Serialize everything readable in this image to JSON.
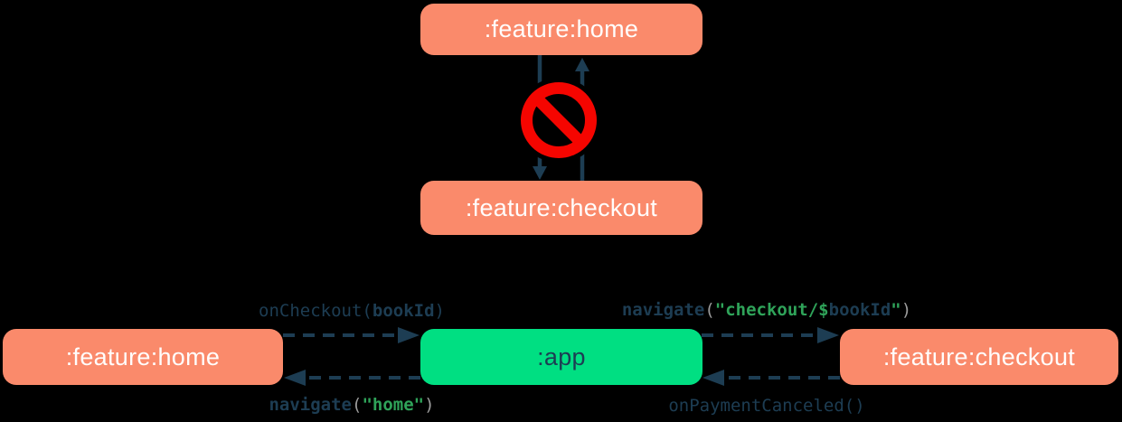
{
  "colors": {
    "background": "#000000",
    "module_box": "#fa8a6b",
    "app_box": "#00df82",
    "navy": "#1d3d53",
    "code_navy": "#1d3d53",
    "code_green": "#2fa359",
    "code_grey": "#9b9b9b",
    "no_entry_red": "#f50500",
    "box_text": "#fffdfc"
  },
  "icons": {
    "no_entry": {
      "name": "no-entry-icon",
      "glyph": "🚫"
    }
  },
  "top_diagram": {
    "home_label": ":feature:home",
    "checkout_label": ":feature:checkout"
  },
  "bottom_diagram": {
    "home_label": ":feature:home",
    "app_label": ":app",
    "checkout_label": ":feature:checkout",
    "calls": {
      "on_checkout": [
        {
          "t": "onCheckout(",
          "c": "navy"
        },
        {
          "t": "bookId",
          "c": "navy",
          "b": true
        },
        {
          "t": ")",
          "c": "navy"
        }
      ],
      "navigate_home": [
        {
          "t": "navigate",
          "c": "navy",
          "b": true
        },
        {
          "t": "(",
          "c": "grey"
        },
        {
          "t": "\"home\"",
          "c": "green",
          "b": true
        },
        {
          "t": ")",
          "c": "grey"
        }
      ],
      "navigate_checkout": [
        {
          "t": "navigate",
          "c": "navy",
          "b": true
        },
        {
          "t": "(",
          "c": "grey"
        },
        {
          "t": "\"checkout/$",
          "c": "green",
          "b": true
        },
        {
          "t": "bookId",
          "c": "navy",
          "b": true
        },
        {
          "t": "\"",
          "c": "green",
          "b": true
        },
        {
          "t": ")",
          "c": "grey"
        }
      ],
      "on_payment_canceled": [
        {
          "t": "onPaymentCanceled()",
          "c": "navy"
        }
      ]
    }
  }
}
